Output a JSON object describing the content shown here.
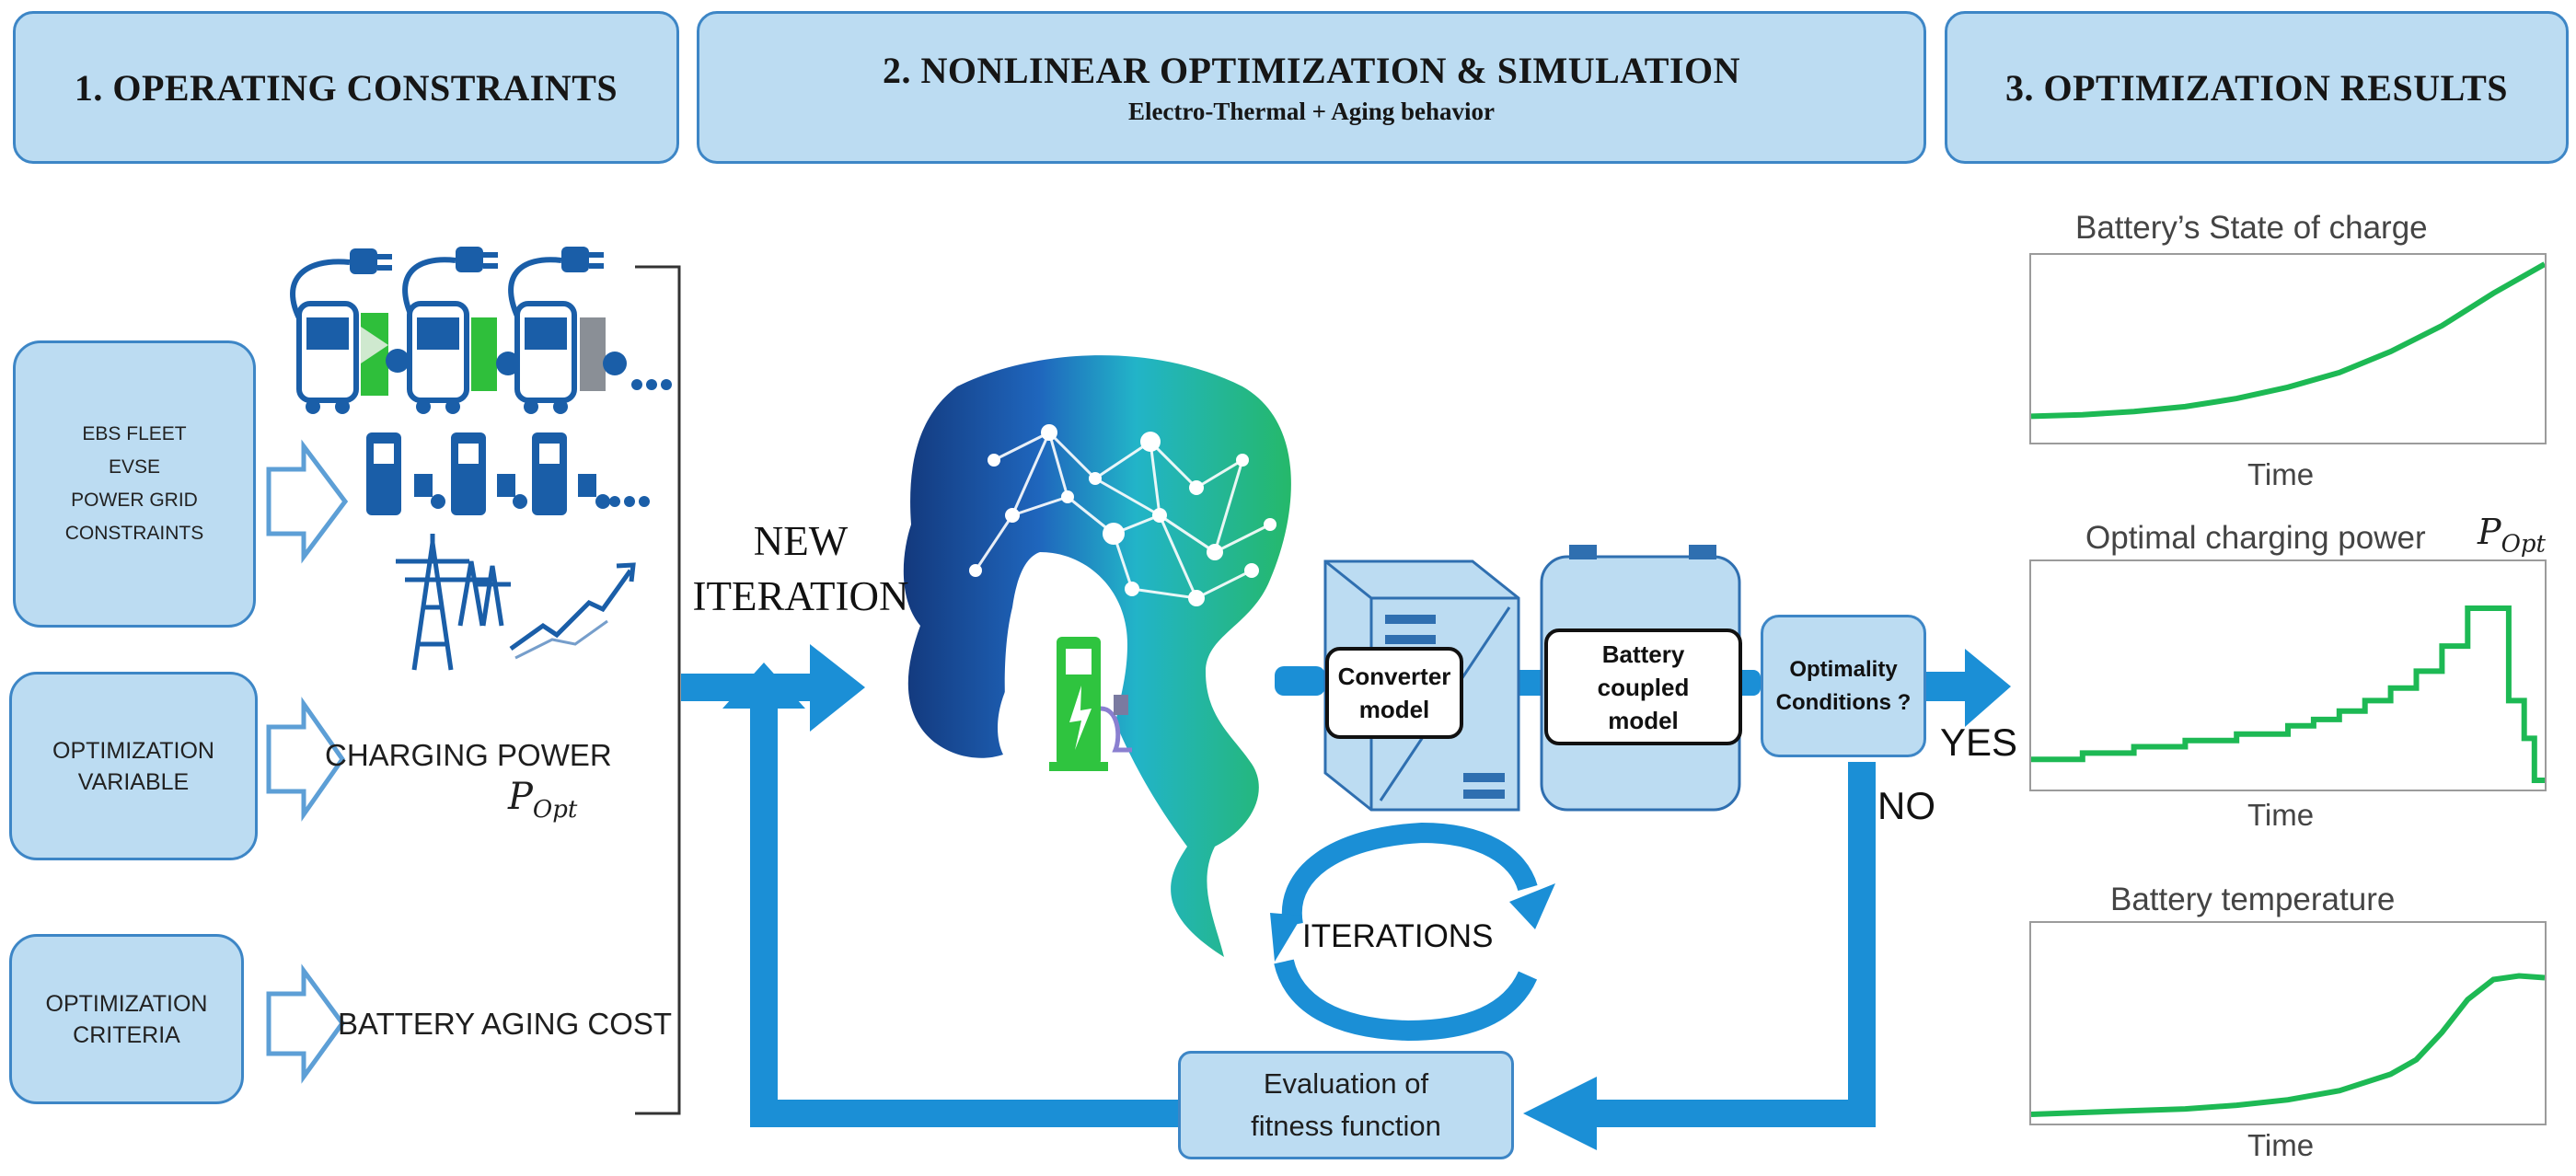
{
  "headers": {
    "operating_constraints": "1. OPERATING CONSTRAINTS",
    "optimization_simulation": "2. NONLINEAR OPTIMIZATION & SIMULATION",
    "optimization_simulation_sub": "Electro-Thermal + Aging behavior",
    "optimization_results": "3. OPTIMIZATION RESULTS"
  },
  "left": {
    "constraints_box": [
      "EBS FLEET",
      "EVSE",
      "POWER GRID",
      "CONSTRAINTS"
    ],
    "variable_box": [
      "OPTIMIZATION",
      "VARIABLE"
    ],
    "criteria_box": [
      "OPTIMIZATION",
      "CRITERIA"
    ],
    "charging_power_label": "CHARGING POWER",
    "p_symbol": "P",
    "p_subscript": "Opt",
    "aging_cost_label": "BATTERY AGING COST"
  },
  "middle": {
    "new_iteration": [
      "NEW",
      "ITERATION"
    ],
    "converter_model": [
      "Converter",
      "model"
    ],
    "battery_model": [
      "Battery",
      "coupled",
      "model"
    ],
    "optimality": [
      "Optimality",
      "Conditions ?"
    ],
    "yes": "YES",
    "no": "NO",
    "iterations": "ITERATIONS",
    "evaluation": [
      "Evaluation of",
      "fitness function"
    ]
  },
  "results": {
    "soc_title": "Battery’s State of charge",
    "power_title": "Optimal charging power",
    "power_symbol": "P",
    "power_subscript": "Opt",
    "temp_title": "Battery temperature",
    "time_label": "Time"
  },
  "colors": {
    "box_fill": "#bcdcf2",
    "box_border": "#3d86c6",
    "arrow_blue": "#1b8fd6",
    "curve_green": "#1db954",
    "head_dark": "#1d4f9c",
    "head_teal": "#20b5c4",
    "head_green": "#25b56a"
  },
  "chart_data": [
    {
      "type": "line",
      "title": "Battery’s State of charge",
      "xlabel": "Time",
      "ylabel": "",
      "x": [
        0,
        0.1,
        0.2,
        0.3,
        0.4,
        0.5,
        0.6,
        0.7,
        0.8,
        0.9,
        1.0
      ],
      "series": [
        {
          "values": [
            0.06,
            0.07,
            0.09,
            0.12,
            0.17,
            0.24,
            0.33,
            0.46,
            0.62,
            0.82,
            1.0
          ]
        }
      ]
    },
    {
      "type": "line",
      "title": "Optimal charging power",
      "xlabel": "Time",
      "ylabel": "",
      "x": [
        0,
        0.1,
        0.2,
        0.3,
        0.4,
        0.5,
        0.55,
        0.6,
        0.65,
        0.7,
        0.75,
        0.8,
        0.85,
        0.9,
        0.93,
        0.96,
        0.98,
        1.0
      ],
      "series": [
        {
          "values": [
            0.1,
            0.13,
            0.16,
            0.19,
            0.22,
            0.26,
            0.29,
            0.33,
            0.38,
            0.44,
            0.52,
            0.64,
            0.82,
            0.82,
            0.38,
            0.2,
            0.0,
            0.0
          ]
        }
      ]
    },
    {
      "type": "line",
      "title": "Battery temperature",
      "xlabel": "Time",
      "ylabel": "",
      "x": [
        0,
        0.1,
        0.2,
        0.3,
        0.4,
        0.5,
        0.6,
        0.7,
        0.75,
        0.8,
        0.85,
        0.9,
        0.95,
        1.0
      ],
      "series": [
        {
          "values": [
            0.0,
            0.01,
            0.02,
            0.03,
            0.05,
            0.08,
            0.13,
            0.22,
            0.3,
            0.45,
            0.63,
            0.74,
            0.76,
            0.75
          ]
        }
      ]
    }
  ]
}
